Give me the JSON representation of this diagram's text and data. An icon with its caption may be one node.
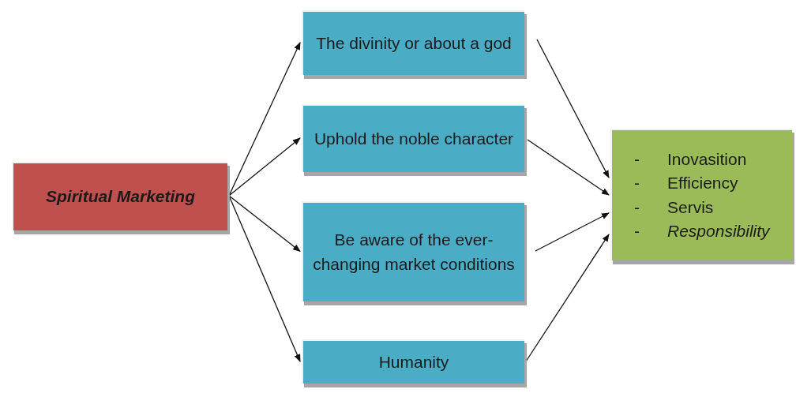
{
  "diagram": {
    "nodes": [
      {
        "text": [
          "Spiritual Marketing"
        ]
      },
      {
        "text": [
          "The divinity or about a god"
        ]
      },
      {
        "text": [
          "Uphold the noble character"
        ]
      },
      {
        "text": [
          "Be aware of the ever-changing market conditions"
        ]
      },
      {
        "text": [
          "Humanity"
        ]
      },
      {
        "text": [
          "- Inovasition",
          "- Efficiency",
          "- Servis",
          "- *Responsibility*"
        ]
      }
    ],
    "edges": [
      {
        "from": 0,
        "to": 1,
        "arrow": "to"
      },
      {
        "from": 0,
        "to": 2,
        "arrow": "to"
      },
      {
        "from": 0,
        "to": 3,
        "arrow": "to"
      },
      {
        "from": 0,
        "to": 4,
        "arrow": "to"
      },
      {
        "from": 1,
        "to": 5,
        "arrow": "to"
      },
      {
        "from": 2,
        "to": 5,
        "arrow": "to"
      },
      {
        "from": 3,
        "to": 5,
        "arrow": "to"
      },
      {
        "from": 4,
        "to": 5,
        "arrow": "to"
      }
    ]
  }
}
